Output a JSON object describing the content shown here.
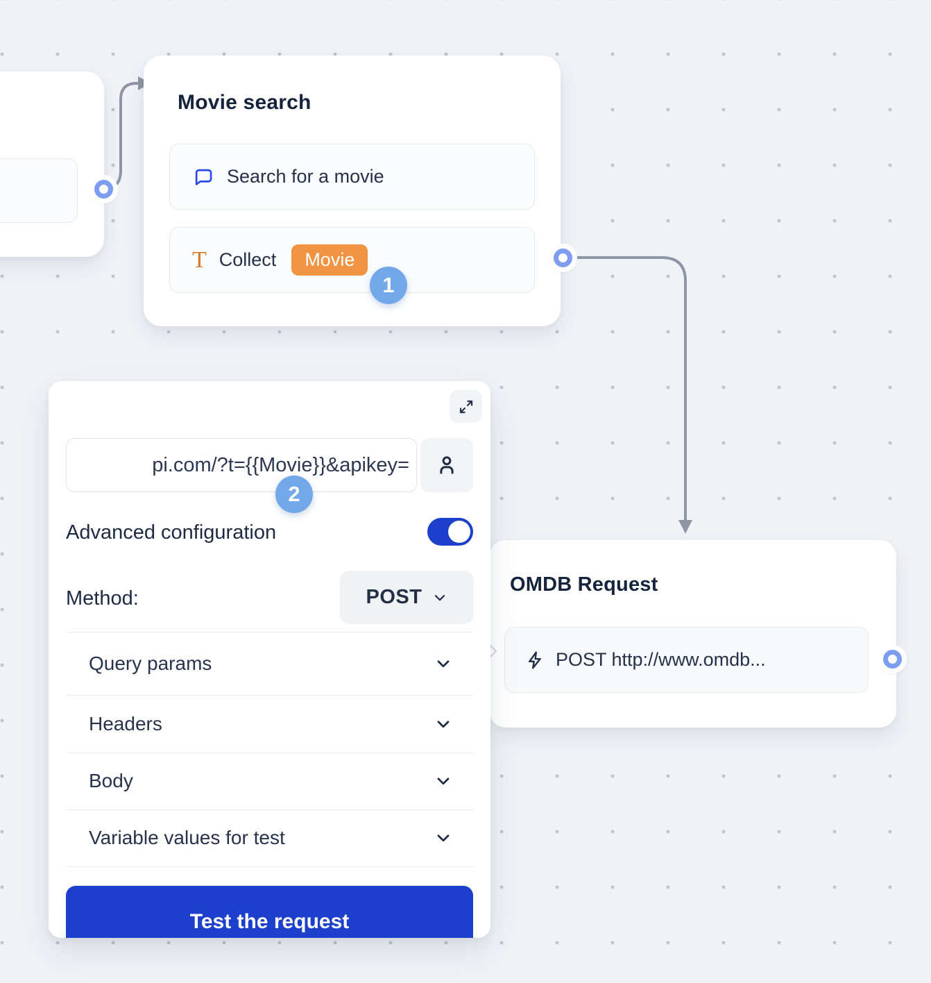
{
  "flow": {
    "movie_search": {
      "title": "Movie search",
      "item_search_label": "Search for a movie",
      "item_collect_label": "Collect",
      "item_collect_variable": "Movie"
    },
    "omdb_request": {
      "title": "OMDB Request",
      "item_request_label": "POST http://www.omdb..."
    },
    "step_badges": {
      "one": "1",
      "two": "2"
    }
  },
  "panel": {
    "url_value": "pi.com/?t={{Movie}}&apikey=",
    "advanced_label": "Advanced configuration",
    "advanced_on": true,
    "method_label": "Method:",
    "method_value": "POST",
    "sections": [
      "Query params",
      "Headers",
      "Body",
      "Variable values for test"
    ],
    "test_button_label": "Test the request"
  },
  "icons": {
    "text_glyph": "T",
    "chat_bubble": "speech-bubble-outline",
    "lightning": "bolt-outline",
    "person": "user-outline",
    "expand": "diagonal-expand-arrows",
    "chevron": "chevron-down"
  },
  "colors": {
    "background": "#f0f2f6",
    "dot": "#bcc4d1",
    "accent_blue": "#1c3fcc",
    "step_badge_blue": "#72a7ea",
    "variable_orange": "#ee9443",
    "port_ring_blue": "#7d9df2",
    "connector_gray": "#8e96a5",
    "title_navy": "#15233c"
  }
}
